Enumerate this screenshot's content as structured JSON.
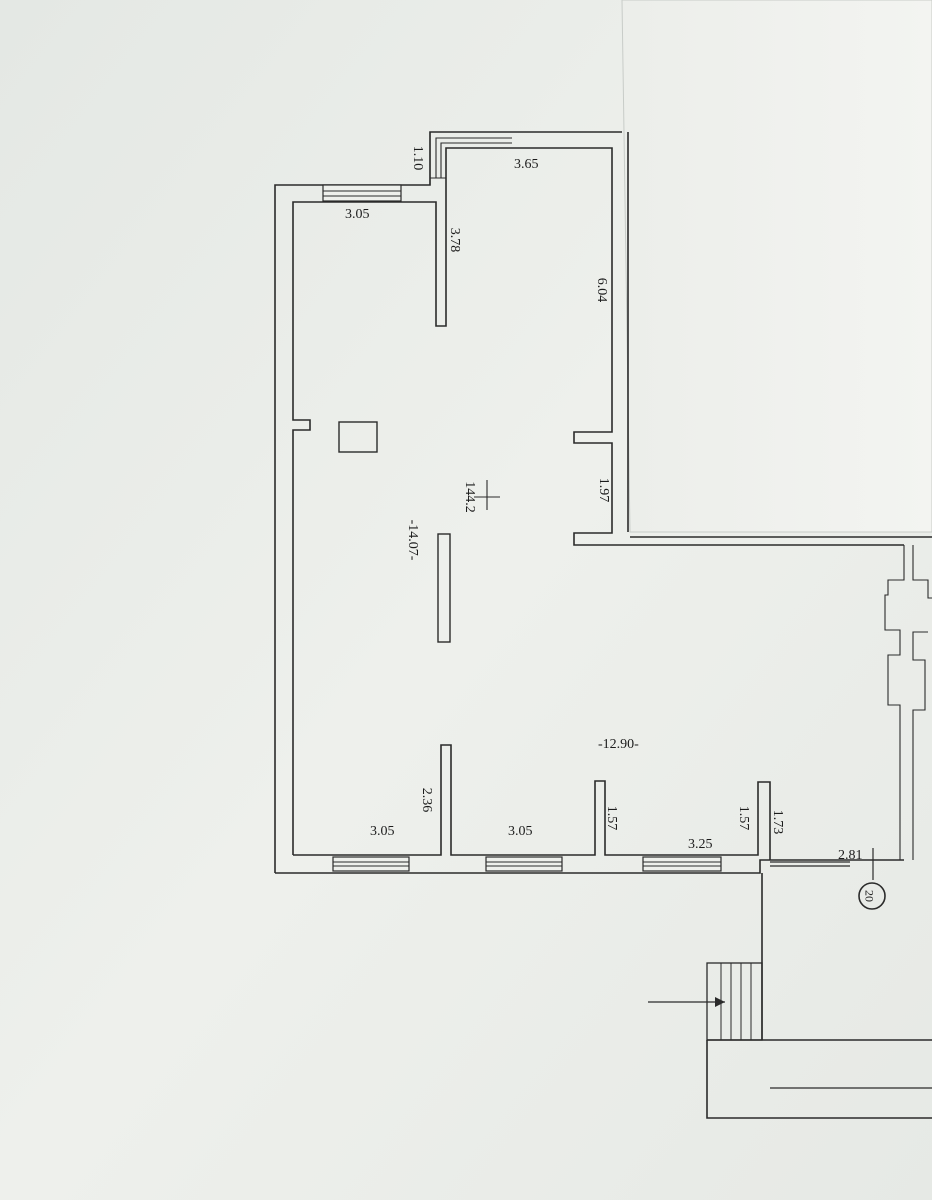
{
  "plan": {
    "area": "144.2",
    "room_number": "20",
    "dimensions": {
      "top_right_width": "3.65",
      "top_left_width": "3.05",
      "notch": "1.10",
      "partition_top": "3.78",
      "right_wall_upper": "6.04",
      "right_wall_notch": "1.97",
      "length_total": "-14.07-",
      "width_total": "-12.90-",
      "partition_bottom": "2.36",
      "bottom_window_1": "3.05",
      "bottom_window_2": "3.05",
      "bottom_pier_1": "1.57",
      "bottom_window_3": "3.25",
      "bottom_pier_2": "1.57",
      "bottom_pier_3": "1.73",
      "bottom_right_segment": "2.81"
    }
  },
  "colors": {
    "paper": "#eef0ec",
    "paper_shadow": "#d9ddd9",
    "line": "#2b2b2b"
  }
}
